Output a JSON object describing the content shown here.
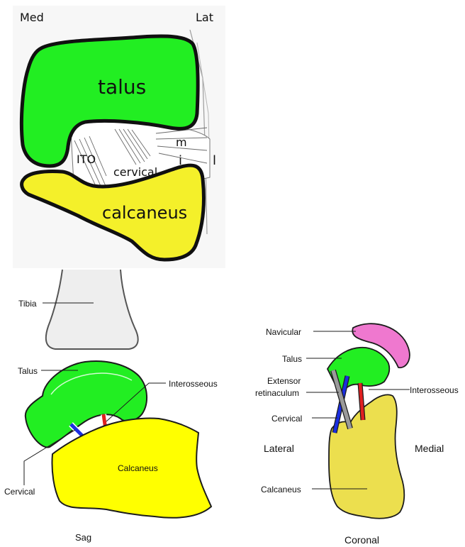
{
  "top_panel": {
    "corner_left": "Med",
    "corner_right": "Lat",
    "bone_upper": "talus",
    "bone_lower": "calcaneus",
    "ligament_ito": "ITO",
    "ligament_cervical": "cervical",
    "layer_m": "m",
    "layer_i": "i",
    "layer_l": "l",
    "colors": {
      "talus": "#22ee22",
      "calcaneus": "#f4f02a"
    }
  },
  "sagittal_panel": {
    "caption": "Sag",
    "labels": {
      "tibia": "Tibia",
      "talus": "Talus",
      "interosseous": "Interosseous",
      "calcaneus": "Calcaneus",
      "cervical": "Cervical"
    },
    "colors": {
      "tibia": "#efefef",
      "talus": "#22ee22",
      "calcaneus": "#ffff00",
      "cervical": "#1a2ee0",
      "interosseous": "#e02020"
    }
  },
  "coronal_panel": {
    "caption": "Coronal",
    "labels": {
      "navicular": "Navicular",
      "talus": "Talus",
      "extensor_line1": "Extensor",
      "extensor_line2": "retinaculum",
      "cervical": "Cervical",
      "interosseous": "Interosseous",
      "lateral": "Lateral",
      "medial": "Medial",
      "calcaneus": "Calcaneus"
    },
    "colors": {
      "navicular": "#ef78cf",
      "talus": "#22ee22",
      "calcaneus": "#ecdf4e",
      "extensor": "#9a9a9a",
      "cervical": "#1a2ee0",
      "interosseous": "#e02020"
    }
  }
}
